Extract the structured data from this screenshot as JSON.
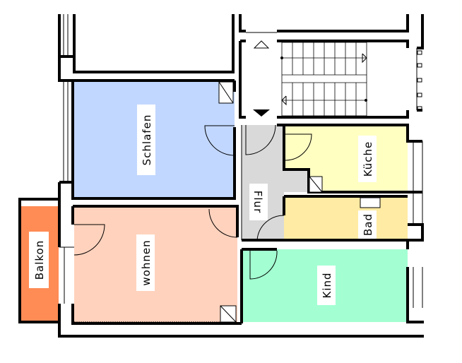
{
  "plan": {
    "rooms": [
      {
        "id": "schlafen",
        "label": "Schlafen",
        "color": "#c2d7ff"
      },
      {
        "id": "wohnen",
        "label": "wohnen",
        "color": "#ffd2bd"
      },
      {
        "id": "balkon",
        "label": "Balkon",
        "color": "#ff8c55"
      },
      {
        "id": "flur",
        "label": "Flur",
        "color": "#d9d9d9"
      },
      {
        "id": "kueche",
        "label": "Küche",
        "color": "#ffffc2"
      },
      {
        "id": "bad",
        "label": "Bad",
        "color": "#ffeba3"
      },
      {
        "id": "kind",
        "label": "Kind",
        "color": "#a3ffd2"
      }
    ]
  }
}
